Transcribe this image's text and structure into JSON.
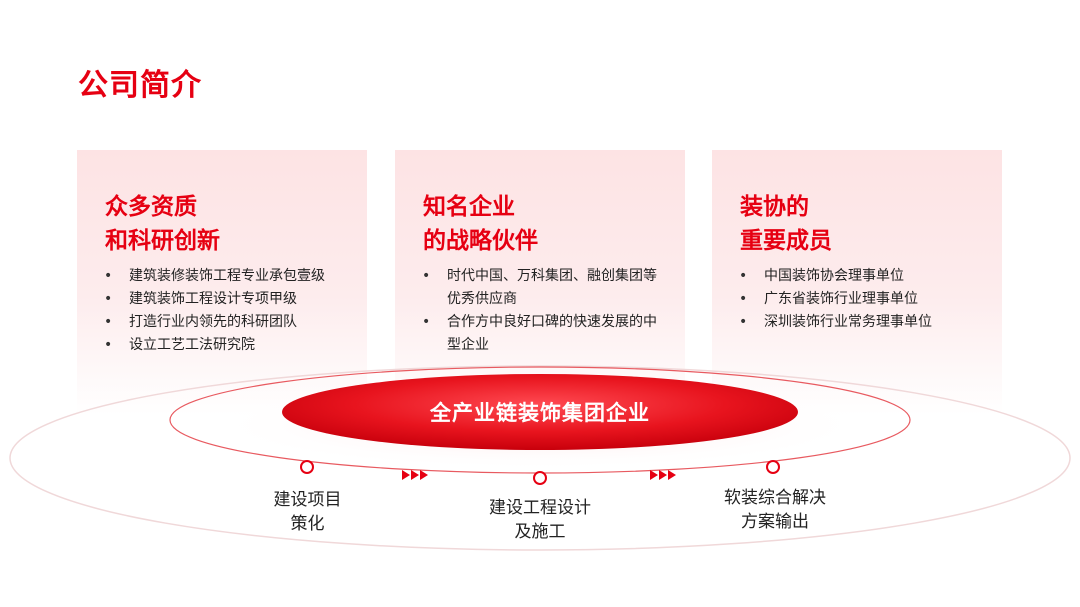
{
  "title": "公司简介",
  "cards": [
    {
      "heading_line1": "众多资质",
      "heading_line2": "和科研创新",
      "items": [
        "建筑装修装饰工程专业承包壹级",
        "建筑装饰工程设计专项甲级",
        "打造行业内领先的科研团队",
        "设立工艺工法研究院"
      ]
    },
    {
      "heading_line1": "知名企业",
      "heading_line2": "的战略伙伴",
      "items": [
        "时代中国、万科集团、融创集团等优秀供应商",
        "合作方中良好口碑的快速发展的中型企业"
      ]
    },
    {
      "heading_line1": "装协的",
      "heading_line2": "重要成员",
      "items": [
        "中国装饰协会理事单位",
        "广东省装饰行业理事单位",
        "深圳装饰行业常务理事单位"
      ]
    }
  ],
  "hub": {
    "label": "全产业链装饰集团企业"
  },
  "steps": [
    {
      "line1": "建设项目",
      "line2": "策化"
    },
    {
      "line1": "建设工程设计",
      "line2": "及施工"
    },
    {
      "line1": "软装综合解决",
      "line2": "方案输出"
    }
  ],
  "colors": {
    "accent": "#e60012",
    "card_bg": "#fde3e4"
  }
}
